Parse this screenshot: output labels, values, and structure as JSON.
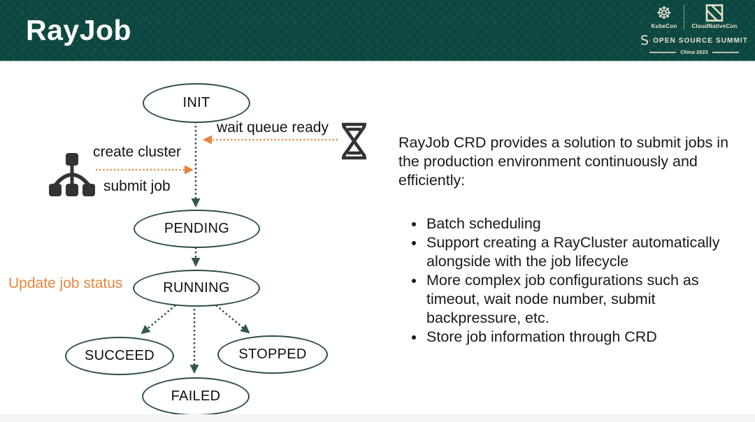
{
  "slide": {
    "title": "RayJob"
  },
  "header": {
    "logos": {
      "kubernetes_icon": "☸",
      "kubecon": "KubeCon",
      "cloudnativecon": "CloudNativeCon",
      "summit_icon": "S",
      "summit": "OPEN SOURCE SUMMIT",
      "event": "China 2023"
    }
  },
  "diagram": {
    "nodes": [
      {
        "id": "init",
        "label": "INIT"
      },
      {
        "id": "pending",
        "label": "PENDING"
      },
      {
        "id": "running",
        "label": "RUNNING"
      },
      {
        "id": "succeed",
        "label": "SUCCEED"
      },
      {
        "id": "stopped",
        "label": "STOPPED"
      },
      {
        "id": "failed",
        "label": "FAILED"
      }
    ],
    "annotations": {
      "wait_queue_ready": "wait queue ready",
      "create_cluster": "create cluster",
      "submit_job": "submit job",
      "update_job_status": "Update job status"
    },
    "colors": {
      "node_border": "#2d4f49",
      "teal_arrow": "#35564f",
      "orange_arrow": "#e5823d",
      "orange_label": "#e8863f",
      "icon_dark": "#333333"
    }
  },
  "right_panel": {
    "intro": "RayJob CRD provides a solution to submit jobs in the production environment continuously and efficiently:",
    "bullets": [
      "Batch scheduling",
      "Support creating a RayCluster automatically alongside with the job lifecycle",
      "More complex job configurations such as timeout, wait node number, submit backpressure, etc.",
      "Store job information through CRD"
    ]
  },
  "colors": {
    "header_bg": "#0c4841",
    "header_text": "#ffffff",
    "logo_cream": "#e9e3cc"
  }
}
